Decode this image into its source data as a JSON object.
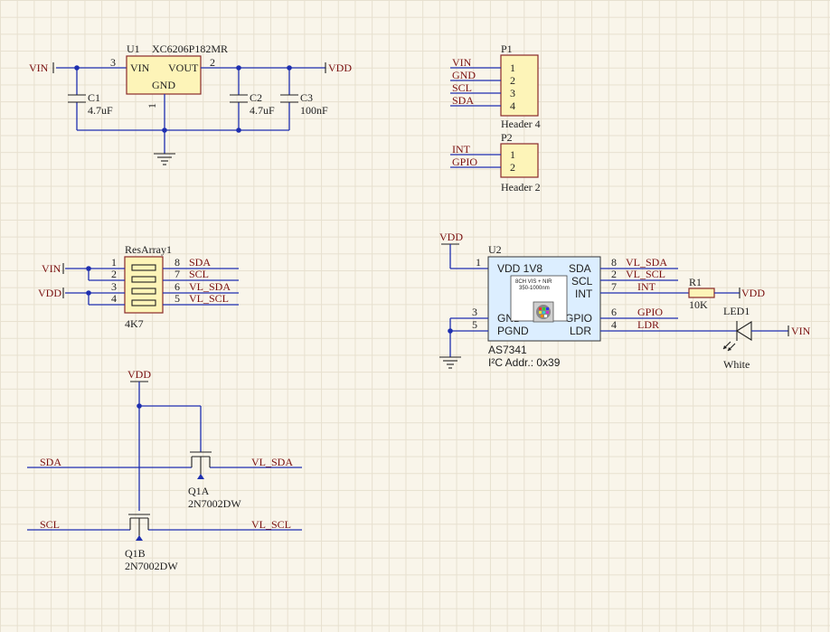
{
  "power_regulator": {
    "u1_designator": "U1",
    "u1_part": "XC6206P182MR",
    "u1_pin_vin_label": "VIN",
    "u1_pin_vout_label": "VOUT",
    "u1_pin_gnd_label": "GND",
    "u1_pin_vin_num": "3",
    "u1_pin_vout_num": "2",
    "u1_pin_gnd_num": "1",
    "net_vin": "VIN",
    "net_vdd": "VDD",
    "c1_designator": "C1",
    "c1_value": "4.7uF",
    "c2_designator": "C2",
    "c2_value": "4.7uF",
    "c3_designator": "C3",
    "c3_value": "100nF"
  },
  "headers": {
    "p1_designator": "P1",
    "p1_name": "Header 4",
    "p1_nets": [
      "VIN",
      "GND",
      "SCL",
      "SDA"
    ],
    "p1_pins": [
      "1",
      "2",
      "3",
      "4"
    ],
    "p2_designator": "P2",
    "p2_name": "Header 2",
    "p2_nets": [
      "INT",
      "GPIO"
    ],
    "p2_pins": [
      "1",
      "2"
    ]
  },
  "res_array": {
    "designator": "ResArray1",
    "value": "4K7",
    "net_vin": "VIN",
    "net_vdd": "VDD",
    "left_pins": [
      "1",
      "2",
      "3",
      "4"
    ],
    "right_pins": [
      "8",
      "7",
      "6",
      "5"
    ],
    "right_nets": [
      "SDA",
      "SCL",
      "VL_SDA",
      "VL_SCL"
    ]
  },
  "level_shifter": {
    "net_vdd": "VDD",
    "net_sda": "SDA",
    "net_scl": "SCL",
    "net_vl_sda": "VL_SDA",
    "net_vl_scl": "VL_SCL",
    "q1a_designator": "Q1A",
    "q1a_part": "2N7002DW",
    "q1b_designator": "Q1B",
    "q1b_part": "2N7002DW"
  },
  "sensor": {
    "net_vdd": "VDD",
    "u2_designator": "U2",
    "u2_part": "AS7341",
    "i2c_addr": "I²C Addr.: 0x39",
    "chip_label_1": "8CH VIS + NIR",
    "chip_label_2": "350-1000nm",
    "pin_vdd_label": "VDD 1V8",
    "pin_gnd_label": "GND",
    "pin_pgnd_label": "PGND",
    "pin_sda_label": "SDA",
    "pin_scl_label": "SCL",
    "pin_int_label": "INT",
    "pin_gpio_label": "GPIO",
    "pin_ldr_label": "LDR",
    "left_pin_nums": [
      "1",
      "3",
      "5"
    ],
    "right_pin_nums": [
      "8",
      "2",
      "7",
      "6",
      "4"
    ],
    "right_nets": [
      "VL_SDA",
      "VL_SCL",
      "INT",
      "GPIO",
      "LDR"
    ],
    "r1_designator": "R1",
    "r1_value": "10K",
    "r1_net": "VDD",
    "led1_designator": "LED1",
    "led1_value": "White",
    "led_net": "VIN"
  },
  "colors": {
    "wire": "#1e2fb0",
    "component_fill": "#fdf4b8",
    "component_border": "#8a2a2a",
    "net_label": "#7a1010",
    "background": "#f9f5ea"
  }
}
